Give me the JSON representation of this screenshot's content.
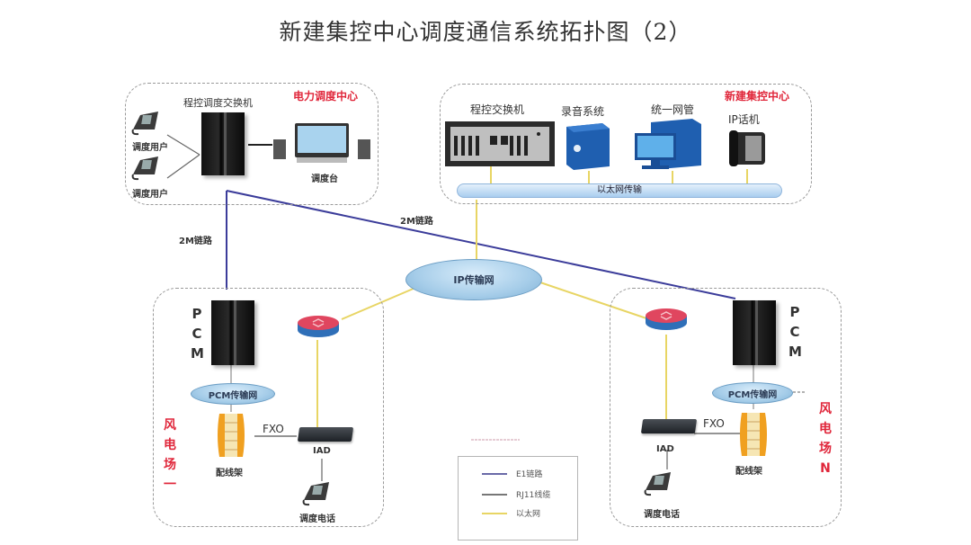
{
  "title": "新建集控中心调度通信系统拓扑图（2）",
  "colors": {
    "e1_link": "#3b3c9a",
    "rj11_line": "#555555",
    "ethernet": "#e8d564",
    "zone_label": "#e0263a"
  },
  "power_dispatch_center": {
    "label": "电力调度中心",
    "switch_label": "程控调度交换机",
    "users": [
      {
        "label": "调度用户",
        "icon": "desk-phone-icon"
      },
      {
        "label": "调度用户",
        "icon": "desk-phone-icon"
      }
    ],
    "console": {
      "label": "调度台",
      "icon": "dispatch-console-icon"
    }
  },
  "new_control_center": {
    "label": "新建集控中心",
    "devices": [
      {
        "label": "程控交换机",
        "icon": "rack-switch-icon"
      },
      {
        "label": "录音系统",
        "icon": "server-icon"
      },
      {
        "label": "统一网管",
        "icon": "workstation-icon"
      },
      {
        "label": "IP话机",
        "icon": "ip-phone-icon"
      }
    ],
    "bus_label": "以太网传输"
  },
  "links": {
    "left_2m": "2M链路",
    "right_2m": "2M链路"
  },
  "ip_network": {
    "label": "IP传输网"
  },
  "wind_farm_1": {
    "label": [
      "风",
      "电",
      "场",
      "一"
    ],
    "pcm_letters": [
      "P",
      "C",
      "M"
    ],
    "pcm_network": "PCM传输网",
    "frame_label": "配线架",
    "fxo_label": "FXO",
    "iad_label": "IAD",
    "phone_label": "调度电话"
  },
  "wind_farm_n": {
    "label": [
      "风",
      "电",
      "场",
      "N"
    ],
    "pcm_letters": [
      "P",
      "C",
      "M"
    ],
    "pcm_network": "PCM传输网",
    "frame_label": "配线架",
    "fxo_label": "FXO",
    "iad_label": "IAD",
    "phone_label": "调度电话"
  },
  "legend": {
    "items": [
      {
        "label": "E1链路",
        "type": "e1_link"
      },
      {
        "label": "RJ11线缆",
        "type": "rj11_line"
      },
      {
        "label": "以太网",
        "type": "ethernet"
      }
    ]
  }
}
